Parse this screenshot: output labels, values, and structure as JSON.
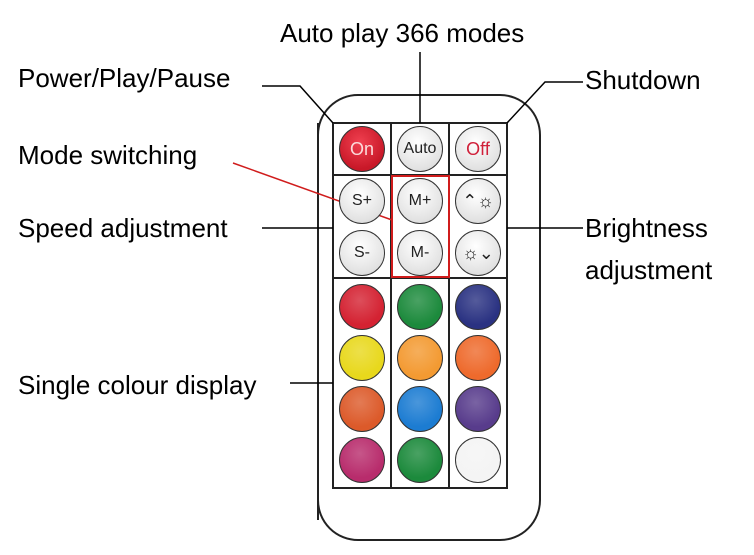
{
  "labels": {
    "auto_play": "Auto play 366 modes",
    "power": "Power/Play/Pause",
    "shutdown": "Shutdown",
    "mode": "Mode switching",
    "speed": "Speed adjustment",
    "brightness_1": "Brightness",
    "brightness_2": "adjustment",
    "single_colour": "Single colour display"
  },
  "buttons": {
    "on": "On",
    "auto": "Auto",
    "off": "Off",
    "s_plus": "S+",
    "s_minus": "S-",
    "m_plus": "M+",
    "m_minus": "M-"
  },
  "colors": [
    "#d42232",
    "#1c8a3c",
    "#2a3282",
    "#e8d81c",
    "#f39a32",
    "#ee6a2c",
    "#dc5a2a",
    "#1c7cd2",
    "#583c8c",
    "#b82c6c",
    "#1c8a3c",
    "#f4f4f4"
  ]
}
